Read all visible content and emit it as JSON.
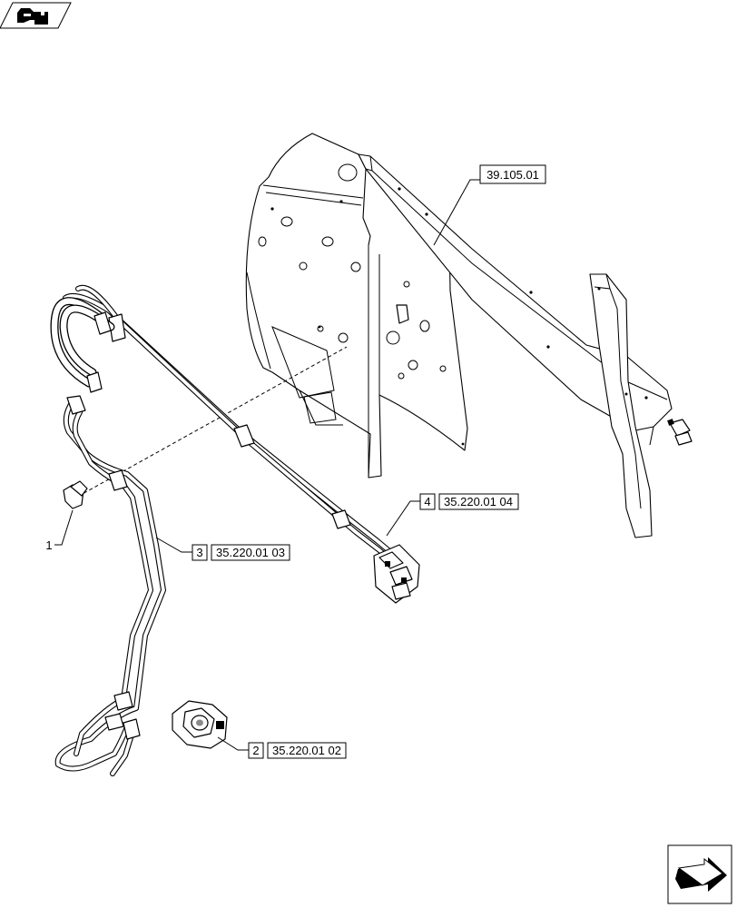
{
  "callouts": {
    "panel_ref": "39.105.01",
    "item_1": {
      "number": "1"
    },
    "item_2": {
      "number": "2",
      "ref": "35.220.01 02"
    },
    "item_3": {
      "number": "3",
      "ref": "35.220.01 03"
    },
    "item_4": {
      "number": "4",
      "ref": "35.220.01 04"
    }
  },
  "icons": {
    "top_left": "view-direction-icon",
    "bottom_right": "next-page-arrow-icon"
  }
}
